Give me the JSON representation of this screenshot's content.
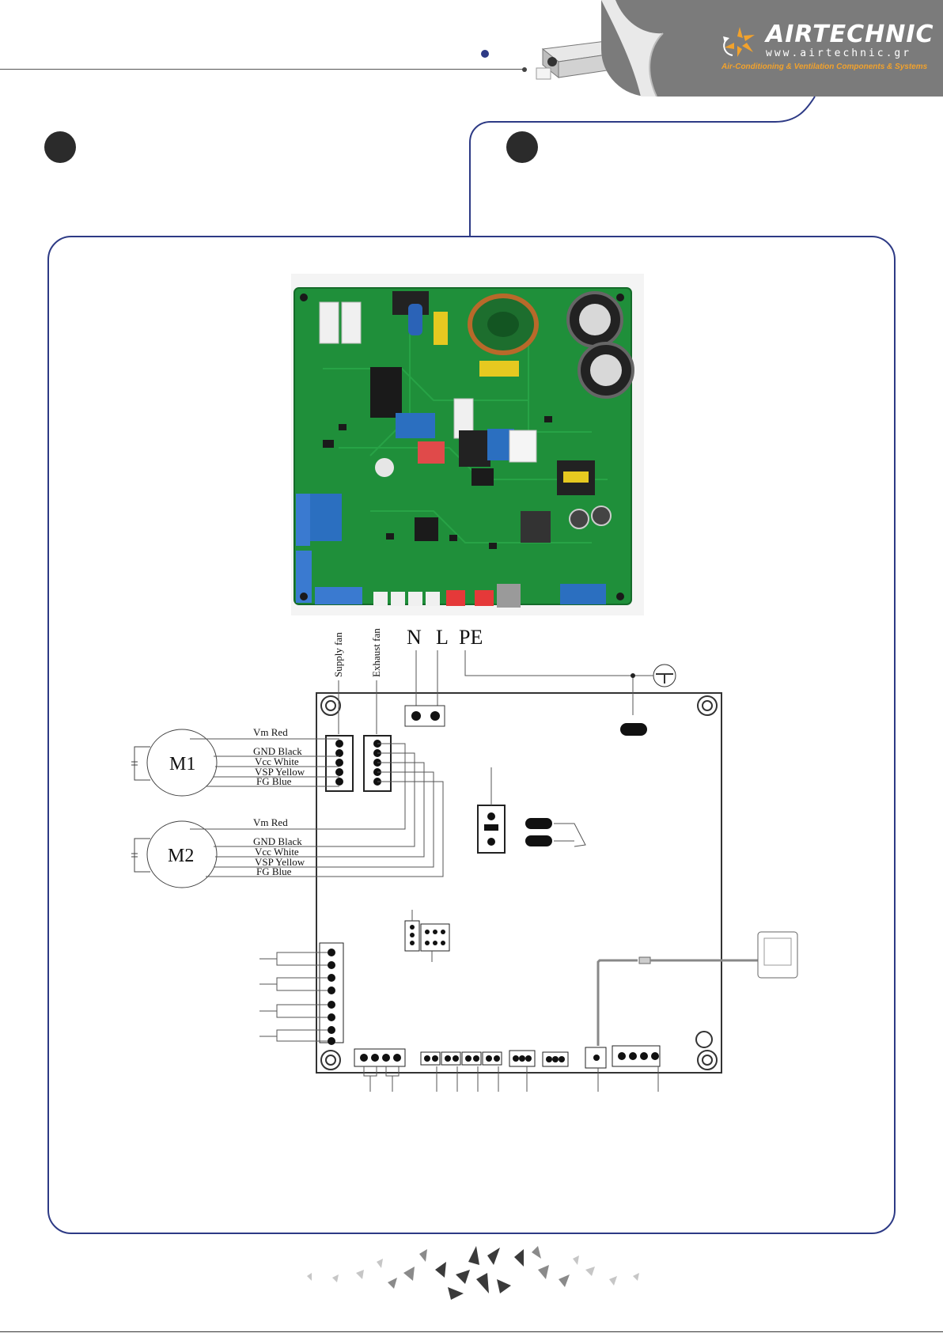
{
  "header": {
    "brand_name": "AIRTECHNIC",
    "brand_url": "www.airtechnic.gr",
    "brand_tagline": "Air-Conditioning & Ventilation Components & Systems",
    "accent_color": "#2d3a85",
    "band_color": "#7b7b7b",
    "tagline_color": "#f2a22c"
  },
  "diagram": {
    "power_labels": [
      "N",
      "L",
      "PE"
    ],
    "fan_labels": [
      "Supply fan",
      "Exhaust fan"
    ],
    "motors": [
      {
        "name": "M1",
        "wires": [
          "Vm  Red",
          "GND Black",
          "Vcc White",
          "VSP Yellow",
          "FG  Blue"
        ]
      },
      {
        "name": "M2",
        "wires": [
          "Vm  Red",
          "GND Black",
          "Vcc White",
          "VSP Yellow",
          "FG  Blue"
        ]
      }
    ]
  }
}
